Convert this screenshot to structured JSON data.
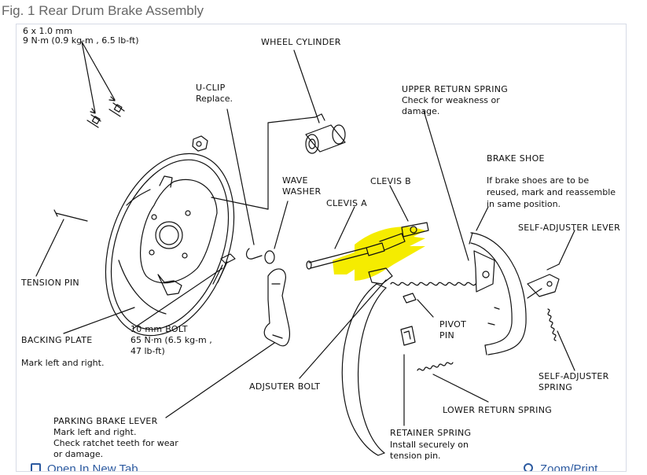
{
  "figure": {
    "title": "Fig. 1 Rear Drum Brake Assembly"
  },
  "labels": {
    "bolt_spec_1": "6 x 1.0 mm",
    "bolt_spec_2": "9 N·m (0.9 kg-m , 6.5 lb-ft)",
    "wheel_cylinder": "WHEEL CYLINDER",
    "uclip_title": "U-CLIP",
    "uclip_note": "Replace.",
    "upper_spring_title": "UPPER RETURN SPRING",
    "upper_spring_note_1": "Check for weakness or",
    "upper_spring_note_2": "damage.",
    "brake_shoe_title": "BRAKE SHOE",
    "brake_shoe_note_1": "If brake shoes are to be",
    "brake_shoe_note_2": "reused, mark and reassemble",
    "brake_shoe_note_3": "in same position.",
    "wave_washer_1": "WAVE",
    "wave_washer_2": "WASHER",
    "clevis_b": "CLEVIS B",
    "clevis_a": "CLEVIS A",
    "self_adjuster_lever": "SELF-ADJUSTER LEVER",
    "tension_pin": "TENSION PIN",
    "pivot_pin_1": "PIVOT",
    "pivot_pin_2": "PIN",
    "bolt_10mm_title": "10 mm BOLT",
    "bolt_10mm_1": "65  N·m (6.5 kg-m ,",
    "bolt_10mm_2": "47  lb-ft)",
    "backing_plate_title": "BACKING PLATE",
    "backing_plate_note": "Mark left and right.",
    "self_adjuster_spring_1": "SELF-ADJUSTER",
    "self_adjuster_spring_2": "SPRING",
    "adjuster_bolt": "ADJSUTER BOLT",
    "lower_return_spring": "LOWER RETURN SPRING",
    "parking_lever_title": "PARKING BRAKE LEVER",
    "parking_lever_note_1": "Mark left and right.",
    "parking_lever_note_2": "Check ratchet teeth for wear",
    "parking_lever_note_3": "or damage.",
    "retainer_title": "RETAINER SPRING",
    "retainer_note_1": "Install securely on",
    "retainer_note_2": "tension pin."
  },
  "toolbar": {
    "open_new_tab": "Open In New Tab",
    "zoom_print": "Zoom/Print"
  },
  "colors": {
    "highlight": "#f5ec00",
    "link": "#2c5aa0"
  }
}
